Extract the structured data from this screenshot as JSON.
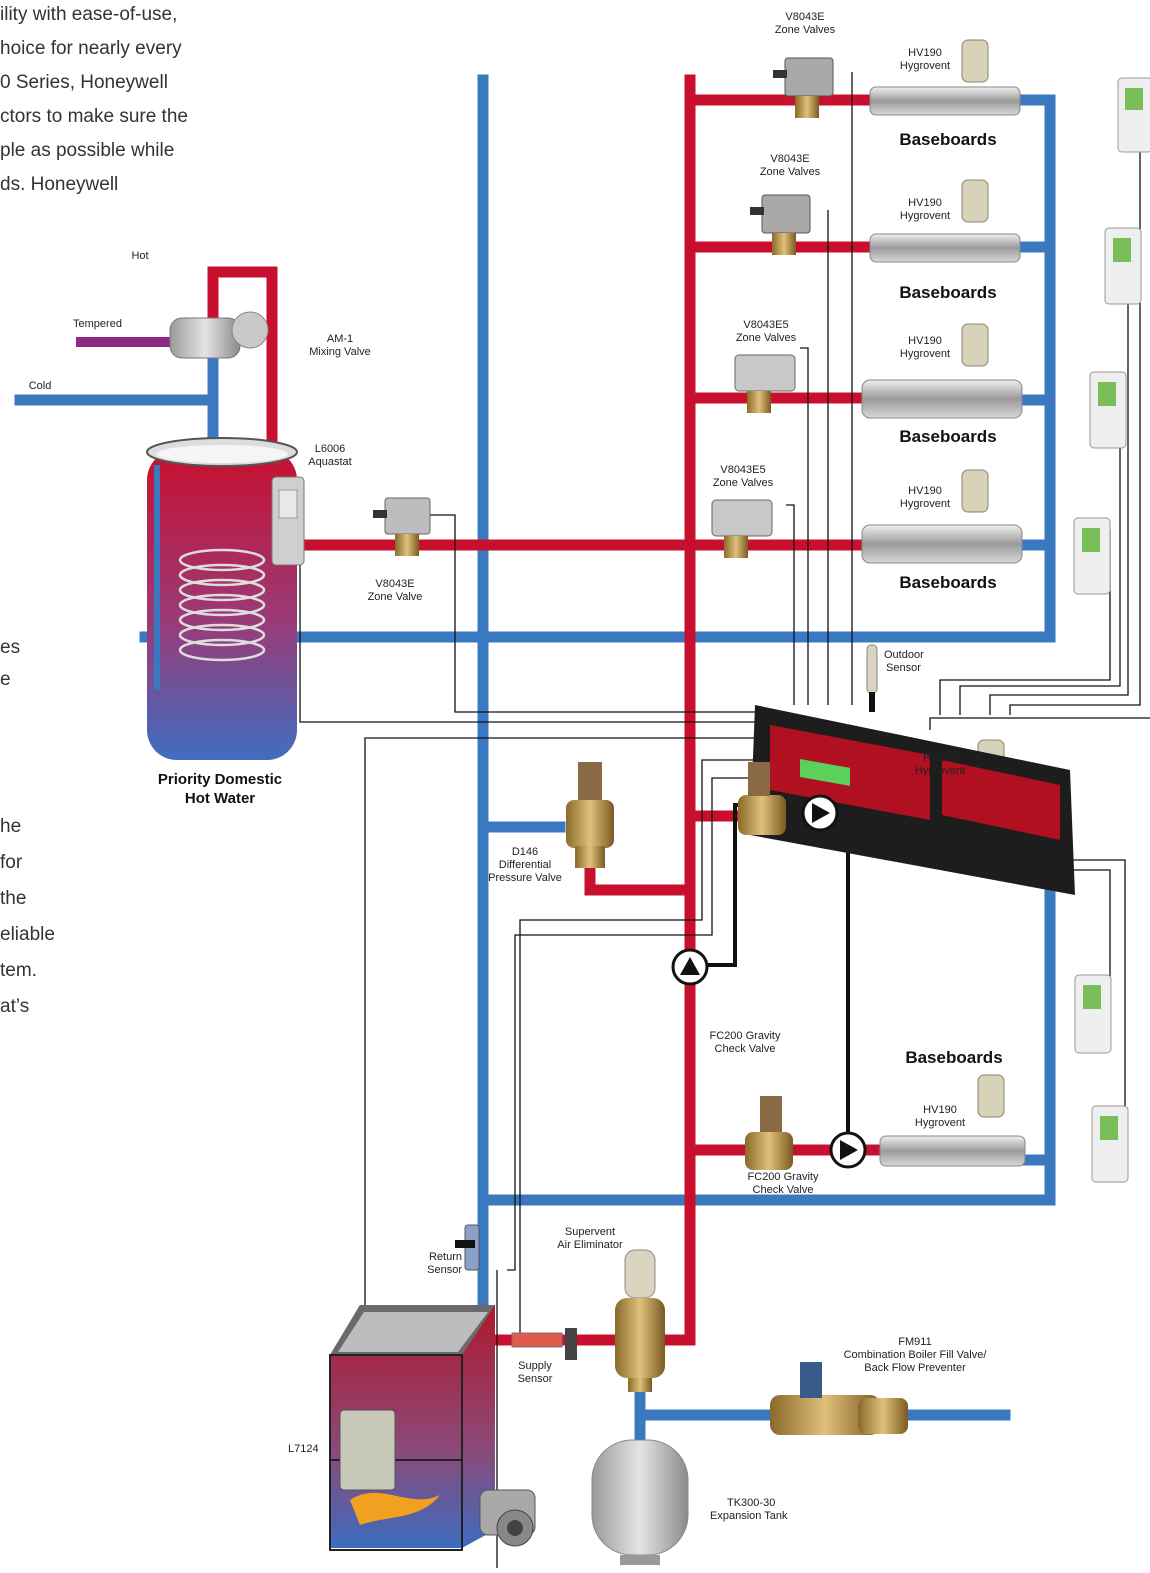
{
  "intro_lines": [
    "ility with ease-of-use,",
    "hoice for nearly every",
    "0 Series, Honeywell",
    "ctors to make sure the",
    "ple as possible while",
    "ds. Honeywell"
  ],
  "side_lines_a": [
    "es",
    "e"
  ],
  "side_lines_b": [
    "he",
    "for",
    " the",
    "eliable",
    "tem.",
    "at’s"
  ],
  "labels": {
    "hot": "Hot",
    "tempered": "Tempered",
    "cold": "Cold",
    "am1_a": "AM-1",
    "am1_b": "Mixing Valve",
    "l6006_a": "L6006",
    "l6006_b": "Aquastat",
    "zv_main_a": "V8043E",
    "zv_main_b": "Zone Valve",
    "pdhw_a": "Priority Domestic",
    "pdhw_b": "Hot Water",
    "d146_a": "D146",
    "d146_b": "Differential",
    "d146_c": "Pressure Valve",
    "outdoor_a": "Outdoor",
    "outdoor_b": "Sensor",
    "return_a": "Return",
    "return_b": "Sensor",
    "supply_a": "Supply",
    "supply_b": "Sensor",
    "supervent_a": "Supervent",
    "supervent_b": "Air Eliminator",
    "l7124": "L7124",
    "fm911_a": "FM911",
    "fm911_b": "Combination Boiler Fill Valve/",
    "fm911_c": "Back Flow Preventer",
    "tk_a": "TK300-30",
    "tk_b": "Expansion Tank",
    "fc1_a": "FC200 Gravity",
    "fc1_b": "Check Valve",
    "fc2_a": "FC200 Gravity",
    "fc2_b": "Check Valve"
  },
  "zone_valves": [
    {
      "model": "V8043E",
      "caption": "Zone Valves"
    },
    {
      "model": "V8043E",
      "caption": "Zone Valves"
    },
    {
      "model": "V8043E5",
      "caption": "Zone Valves"
    },
    {
      "model": "V8043E5",
      "caption": "Zone Valves"
    }
  ],
  "hygrovents": [
    {
      "model": "HV190",
      "caption": "Hygrovent"
    },
    {
      "model": "HV190",
      "caption": "Hygrovent"
    },
    {
      "model": "HV190",
      "caption": "Hygrovent"
    },
    {
      "model": "HV190",
      "caption": "Hygrovent"
    },
    {
      "model": "HV190",
      "caption": "Hygrovent"
    },
    {
      "model": "HV190",
      "caption": "Hygrovent"
    }
  ],
  "baseboards": [
    "Baseboards",
    "Baseboards",
    "Baseboards",
    "Baseboards",
    "Baseboards"
  ],
  "colors": {
    "supply_pipe": "#c8102e",
    "return_pipe": "#3a78c0",
    "tempered_pipe": "#8e2a82",
    "control_panel": "#1d1d1d",
    "panel_window": "#b01020"
  }
}
